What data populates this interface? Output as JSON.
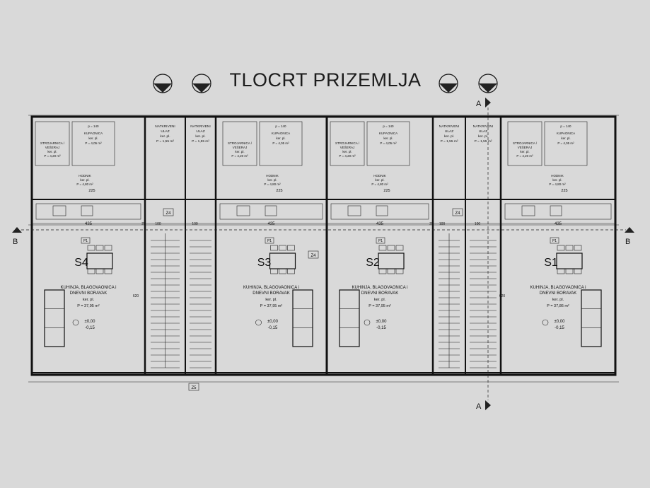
{
  "title": "TLOCRT PRIZEMLJA",
  "section_marks": {
    "a": "A",
    "b": "B"
  },
  "units": [
    {
      "id": "S4",
      "room": [
        "KUHINJA, BLAGOVAONICA i",
        "DNEVNI BORAVAK"
      ],
      "floor": "ker. pl.",
      "area": "P = 37,95 m²",
      "level_top": "±0,00",
      "level_bot": "-0,15",
      "dim": "435",
      "tag": "P1"
    },
    {
      "id": "S3",
      "room": [
        "KUHINJA, BLAGOVAONICA i",
        "DNEVNI BORAVAK"
      ],
      "floor": "ker. pl.",
      "area": "P = 37,95 m²",
      "level_top": "±0,00",
      "level_bot": "-0,15",
      "dim": "435",
      "tag": "P1"
    },
    {
      "id": "S2",
      "room": [
        "KUHINJA, BLAGOVAONICA i",
        "DNEVNI BORAVAK"
      ],
      "floor": "ker. pl.",
      "area": "P = 37,95 m²",
      "level_top": "±0,00",
      "level_bot": "-0,15",
      "dim": "435",
      "tag": "P1"
    },
    {
      "id": "S1",
      "room": [
        "KUHINJA, BLAGOVAONICA i",
        "DNEVNI BORAVAK"
      ],
      "floor": "ker. pl.",
      "area": "P = 37,86 m²",
      "level_top": "±0,00",
      "level_bot": "-0,15",
      "dim": "435",
      "tag": "P1"
    }
  ],
  "rooms": {
    "laundry": {
      "name": "STROJARNICA /",
      "name2": "VEŠERAJ",
      "floor": "ker. pl.",
      "area": "P = 4,20 m²"
    },
    "bathroom": {
      "name": "KUPAONICA",
      "floor": "ker. pl.",
      "area": "P = 4,05 m²"
    },
    "hall": {
      "name": "HODNIK",
      "floor": "ker. pl.",
      "area": "P = 4,80 m²"
    },
    "entrance": {
      "name": "NATKRIVENI",
      "name2": "ULAZ",
      "floor": "ker. pl.",
      "area": "P = 1,55 m²"
    },
    "window_label": "p = 140"
  },
  "dims": {
    "d225": "225",
    "d100": "100",
    "d25": "25",
    "d620": "620"
  },
  "tags": {
    "z4": "Z4",
    "z5": "Z5"
  }
}
